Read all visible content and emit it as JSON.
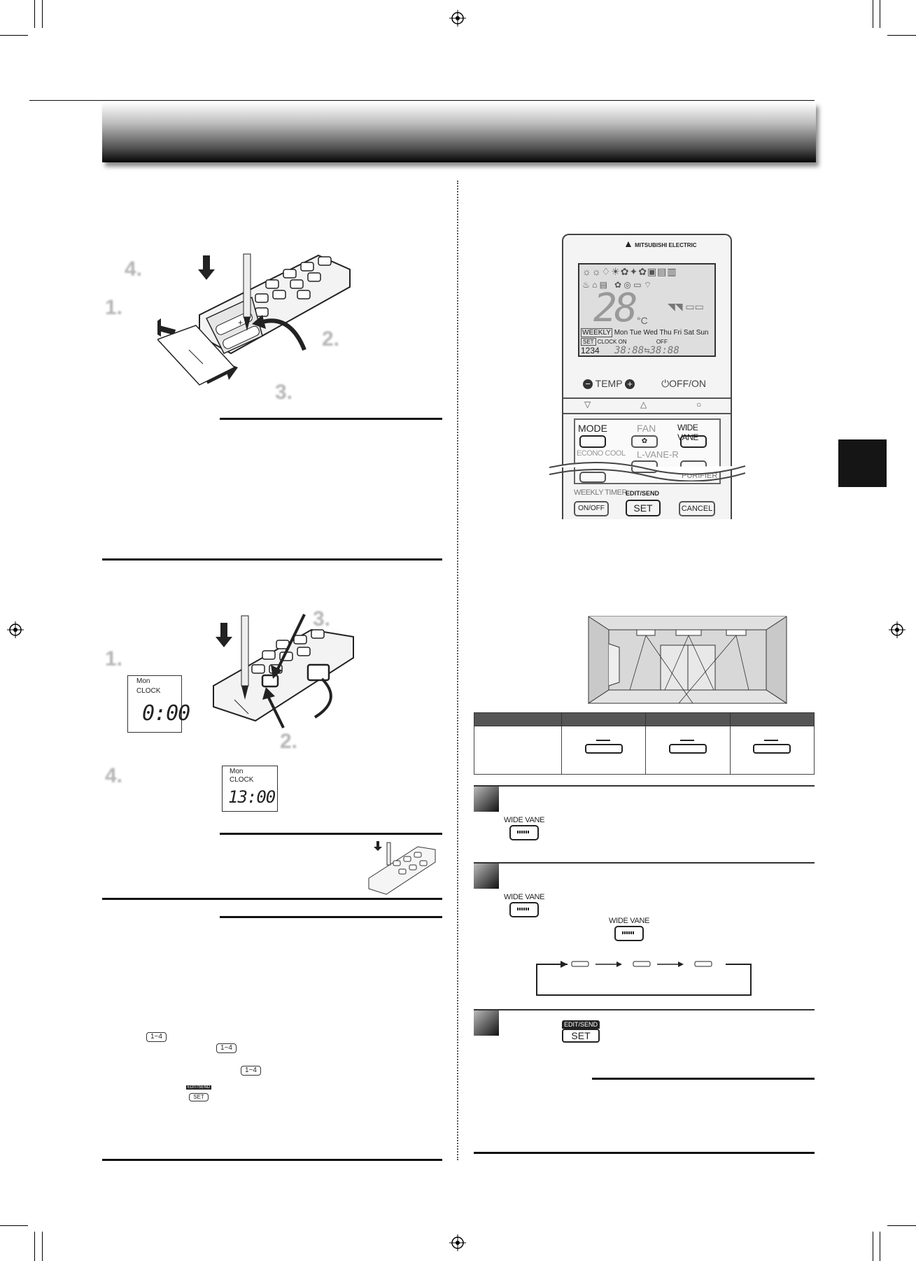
{
  "remote": {
    "brand": "MITSUBISHI ELECTRIC",
    "temp_display": "28",
    "temp_unit": "°C",
    "weekday_row": [
      "WEEKLY",
      "Mon",
      "Tue",
      "Wed",
      "Thu",
      "Fri",
      "Sat",
      "Sun"
    ],
    "set_label": "SET",
    "clock_label": "CLOCK",
    "on_label": "ON",
    "off_label": "OFF",
    "timer_number": "1234",
    "timer_display": "38:88⇆38:88",
    "temp_label": "TEMP",
    "offon_label": "OFF/ON",
    "buttons": {
      "mode": "MODE",
      "fan": "FAN",
      "wide_vane": "WIDE VANE",
      "econo_cool": "ECONO COOL",
      "l_vane_r": "L-VANE-R",
      "purifier": "PURIFIER",
      "weekly_timer": "WEEKLY TIMER",
      "weekly_onoff": "ON/OFF",
      "edit_send": "EDIT/SEND",
      "set": "SET",
      "cancel": "CANCEL"
    }
  },
  "battery_steps": [
    "4.",
    "1.",
    "2.",
    "3."
  ],
  "clock_steps": [
    "3.",
    "1.",
    "2.",
    "4."
  ],
  "clock_lcd_1": {
    "day": "Mon",
    "label": "CLOCK",
    "time": "0:00"
  },
  "clock_lcd_2": {
    "day": "Mon",
    "label": "CLOCK",
    "time": "13:00"
  },
  "keys": {
    "range_key": "1~4",
    "edit_send_small": "EDIT/SEND",
    "set_small": "SET"
  },
  "wide_vane_steps": [
    {
      "button_label": "WIDE VANE"
    },
    {
      "button_label": "WIDE VANE",
      "button_label_2": "WIDE VANE"
    },
    {
      "edit_send": "EDIT/SEND",
      "set": "SET"
    }
  ]
}
